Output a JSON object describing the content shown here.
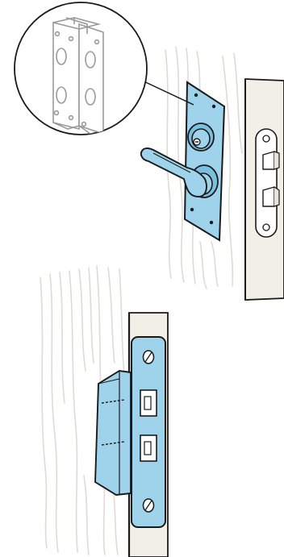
{
  "figure": {
    "panels": [
      {
        "name": "lockset-on-door-face",
        "parts": [
          "magnifier-inset",
          "escutcheon-plate",
          "key-cylinder",
          "lever-handle",
          "door-edge-faceplate"
        ]
      },
      {
        "name": "mortise-strike-on-jamb",
        "parts": [
          "jamb-edge",
          "strike-plate",
          "strike-lip"
        ]
      }
    ]
  },
  "colors": {
    "plate_blue": "#9fd3ec",
    "plate_blue_dark": "#7bbfdf",
    "wood_grain": "#dddbd3",
    "door_edge": "#f1efe6",
    "outline": "#1a1a1a",
    "background": "#ffffff"
  }
}
